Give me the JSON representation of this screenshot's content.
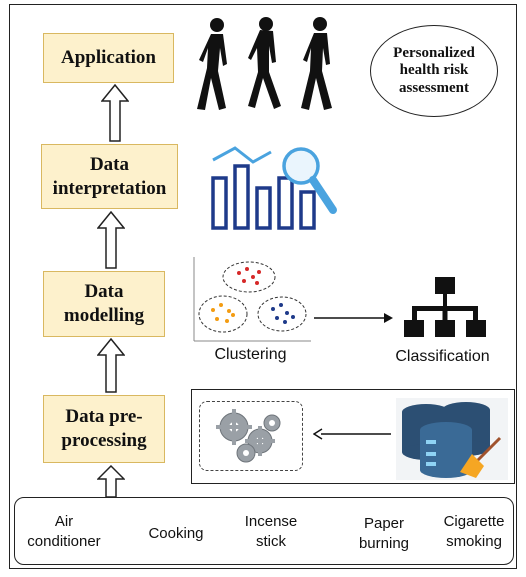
{
  "stages": {
    "application": "Application",
    "interpretation": "Data\ninterpretation",
    "modelling": "Data\nmodelling",
    "preprocessing": "Data pre-\nprocessing"
  },
  "oval_text": "Personalized\nhealth risk\nassessment",
  "labels": {
    "clustering": "Clustering",
    "classification": "Classification"
  },
  "sources": [
    "Air\nconditioner",
    "Cooking",
    "Incense\nstick",
    "Paper\nburning",
    "Cigarette\nsmoking"
  ],
  "colors": {
    "stage_fill": "#fdf1cc",
    "stage_border": "#d9b860",
    "chart_blue": "#1e3a8a",
    "magnifier": "#4aa3df",
    "db_blue": "#2c4f73",
    "gear_gray": "#8a8f96"
  },
  "icons": [
    "walking-people-icon",
    "bar-chart-magnifier-icon",
    "cluster-plot-icon",
    "hierarchy-icon",
    "gears-icon",
    "database-icon",
    "broom-icon"
  ]
}
